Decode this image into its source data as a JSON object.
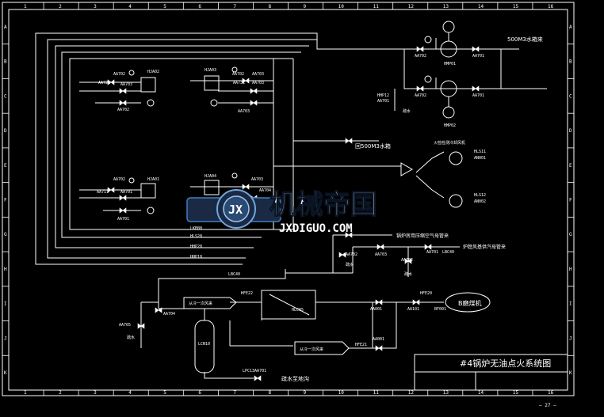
{
  "title_block": {
    "title": "#4锅炉无油点火系统图"
  },
  "page_number": "— 27 —",
  "grid": {
    "columns": [
      "1",
      "2",
      "3",
      "4",
      "5",
      "6",
      "7",
      "8",
      "9",
      "10",
      "11",
      "12",
      "13",
      "14",
      "15",
      "16"
    ],
    "rows": [
      "A",
      "B",
      "C",
      "D",
      "E",
      "F",
      "G",
      "H",
      "I",
      "J",
      "K"
    ]
  },
  "watermark": {
    "brand_cn": "机械帝国",
    "brand_url": "JXDIGUO.COM",
    "emblem_letters": "JX"
  },
  "labels": {
    "tank_500": "500M3水箱来",
    "return_500": "回500M3水箱",
    "high_side_fan": "火检检测冷却风机",
    "hls11": "HLS11",
    "an001": "AN001",
    "hls12": "HLS12",
    "an002": "AN002",
    "compressed_air": "锅炉房用压缩空气母管来",
    "aux_steam": "炉膛风基供汽母管来",
    "primary_air_1": "从冷一次风来",
    "primary_air_2": "从冷一次风来",
    "drain_pit": "疏水至地沟",
    "coal_mill": "B磨煤机",
    "drain": "疏水",
    "hmp01": "HMP01",
    "hmp02": "HMP02",
    "hja02": "HJA02",
    "hja03": "HJA03",
    "hja01": "HJA01",
    "hja04": "HJA04",
    "lkb80": "LKB80",
    "hls20": "HLS20",
    "hhp20": "HHP20",
    "hhp10": "HHP10",
    "lbc40": "LBC40",
    "hfe22": "HFE22",
    "hlc05": "HLC05",
    "hfe20": "HFE20",
    "hfe21": "HFE21",
    "lcn10": "LCN10",
    "lpc13": "LPC13AA701",
    "bf001": "BF001",
    "hhp12": "HHP12",
    "aa701_v": "AA701",
    "aa702": "AA702",
    "aa701": "AA701",
    "aa721": "AA721",
    "aa703": "AA703",
    "aa731": "AA731",
    "aa711": "AA711",
    "aa704": "AA704",
    "aa705": "AA705",
    "aa001": "AA001",
    "aa101": "AA101"
  },
  "colors": {
    "background": "#000000",
    "lines": "#ffffff",
    "watermark_blue": "#3f7fc0",
    "watermark_dark": "#1a2a44"
  }
}
